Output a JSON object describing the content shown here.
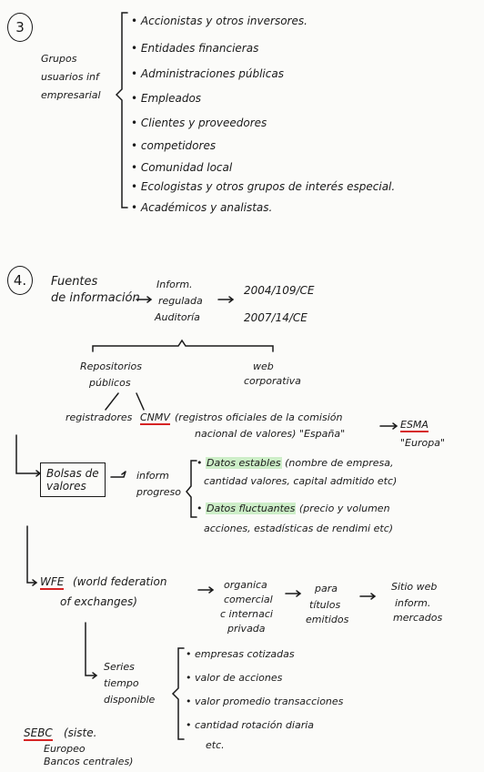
{
  "section3": {
    "number": "3",
    "label": [
      "Grupos",
      "usuarios inf",
      "empresarial"
    ],
    "items": [
      "• Accionistas y otros inversores.",
      "• Entidades financieras",
      "• Administraciones públicas",
      "• Empleados",
      "• Clientes y proveedores",
      "• competidores",
      "• Comunidad local",
      "• Ecologistas y otros grupos de interés especial.",
      "• Académicos y analistas."
    ]
  },
  "section4": {
    "number": "4.",
    "fuentes": [
      "Fuentes",
      "de información"
    ],
    "inform": [
      "Inform.",
      "regulada",
      "Auditoría"
    ],
    "directives": [
      "2004/109/CE",
      "2007/14/CE"
    ],
    "repos": [
      "Repositorios",
      "públicos"
    ],
    "web": [
      "web",
      "corporativa"
    ],
    "registradores": "registradores",
    "cnmv": "CNMV",
    "cnmv_desc": [
      "(registros oficiales de la comisión",
      "nacional de valores) \"España\""
    ],
    "esma": "ESMA",
    "europa": "\"Europa\"",
    "bolsas": [
      "Bolsas de",
      "valores"
    ],
    "inform_progreso": [
      "inform",
      "progreso"
    ],
    "estables_hl": "Datos estables",
    "estables_rest": [
      "(nombre de empresa,",
      "cantidad valores, capital admitido etc)"
    ],
    "fluctuantes_hl": "Datos fluctuantes",
    "fluctuantes_rest": [
      "(precio y volumen",
      "acciones, estadísticas de rendimi etc)"
    ],
    "wfe": "WFE",
    "wfe_desc": [
      "(world federation",
      "of exchanges)"
    ],
    "organica": [
      "organica",
      "comercial",
      "c internaci",
      "privada"
    ],
    "para": [
      "para",
      "títulos",
      "emitidos"
    ],
    "sitio": [
      "Sitio web",
      "inform.",
      "mercados"
    ],
    "series": [
      "Series",
      "tiempo",
      "disponible"
    ],
    "series_items": [
      "• empresas cotizadas",
      "• valor de acciones",
      "• valor promedio transacciones",
      "• cantidad rotación diaria",
      "etc."
    ],
    "sebc": "SEBC",
    "sebc_desc": [
      "(siste.",
      "Europeo",
      "Bancos centrales)"
    ]
  }
}
